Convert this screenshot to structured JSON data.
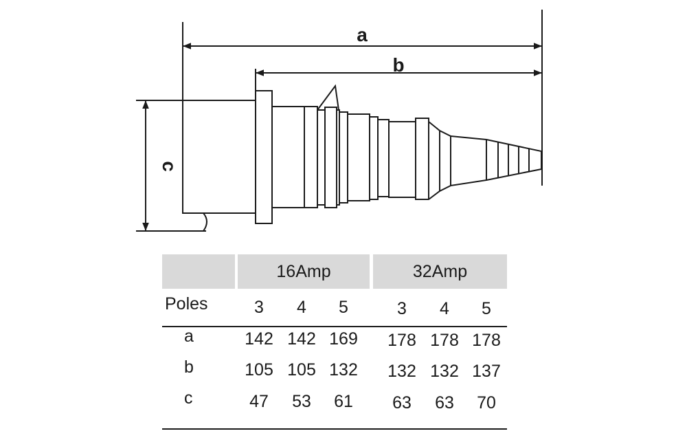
{
  "dimension_labels": {
    "a": "a",
    "b": "b",
    "c": "c"
  },
  "table": {
    "groups": [
      "16Amp",
      "32Amp"
    ],
    "poles_label": "Poles",
    "poles": [
      "3",
      "4",
      "5",
      "3",
      "4",
      "5"
    ],
    "rows": [
      {
        "label": "a",
        "values": [
          "142",
          "142",
          "169",
          "178",
          "178",
          "178"
        ]
      },
      {
        "label": "b",
        "values": [
          "105",
          "105",
          "132",
          "132",
          "132",
          "137"
        ]
      },
      {
        "label": "c",
        "values": [
          "47",
          "53",
          "61",
          "63",
          "63",
          "70"
        ]
      }
    ]
  }
}
